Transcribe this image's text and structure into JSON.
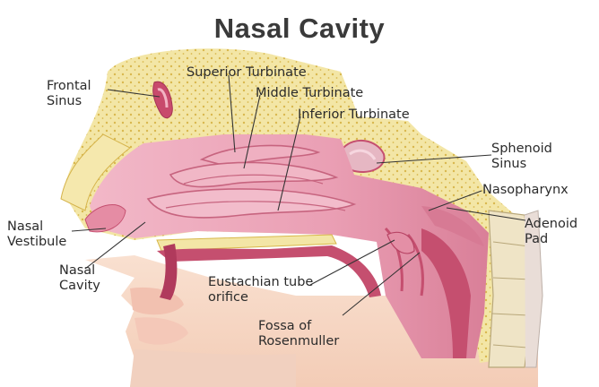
{
  "title": "Nasal Cavity",
  "colors": {
    "bone": "#f3e6a6",
    "bone_dots": "#d8b84a",
    "cavity": "#e9a3b6",
    "mucosa_dark": "#c54f6f",
    "skin": "#f6d6c3",
    "leader": "#333333"
  },
  "labels": {
    "frontal_sinus": [
      "Frontal",
      "Sinus"
    ],
    "superior_turbinate": "Superior Turbinate",
    "middle_turbinate": "Middle Turbinate",
    "inferior_turbinate": "Inferior Turbinate",
    "sphenoid_sinus": [
      "Sphenoid",
      "Sinus"
    ],
    "nasopharynx": "Nasopharynx",
    "adenoid_pad": [
      "Adenoid",
      "Pad"
    ],
    "nasal_vestibule": [
      "Nasal",
      "Vestibule"
    ],
    "nasal_cavity": [
      "Nasal",
      "Cavity"
    ],
    "eustachian_tube_orifice": [
      "Eustachian tube",
      "orifice"
    ],
    "fossa_of_rosenmuller": [
      "Fossa of",
      "Rosenmuller"
    ]
  }
}
